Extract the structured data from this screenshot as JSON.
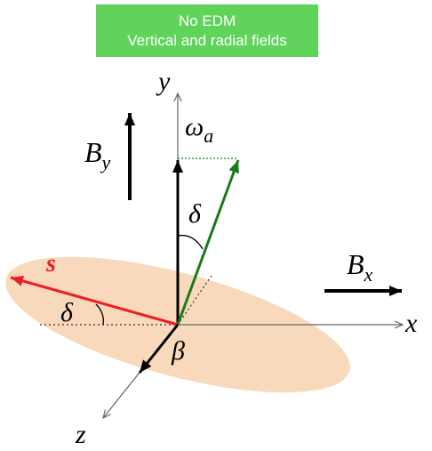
{
  "banner": {
    "line1": "No EDM",
    "line2": "Vertical and radial fields"
  },
  "labels": {
    "y_axis": "y",
    "x_axis": "x",
    "z_axis": "z",
    "omega": "ω",
    "omega_sub": "a",
    "delta_upper": "δ",
    "delta_lower": "δ",
    "spin": "s",
    "beta": "β",
    "field_y": "B",
    "field_y_sub": "y",
    "field_x": "B",
    "field_x_sub": "x"
  },
  "colors": {
    "banner_bg": "#5fd35a",
    "spin_vector": "#ee1c25",
    "precession_vector": "#1a7a1a",
    "ellipse_fill": "#f9d9bc",
    "axis": "#666666"
  }
}
